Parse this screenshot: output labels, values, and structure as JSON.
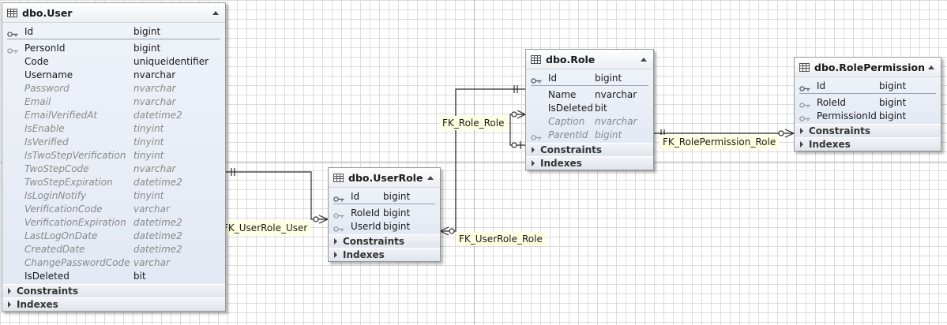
{
  "entities": {
    "user": {
      "title": "dbo.User",
      "pk": {
        "name": "Id",
        "type": "bigint"
      },
      "columns": [
        {
          "name": "PersonId",
          "type": "bigint",
          "key": true,
          "dim": false
        },
        {
          "name": "Code",
          "type": "uniqueidentifier",
          "key": false,
          "dim": false
        },
        {
          "name": "Username",
          "type": "nvarchar",
          "key": false,
          "dim": false
        },
        {
          "name": "Password",
          "type": "nvarchar",
          "key": false,
          "dim": true
        },
        {
          "name": "Email",
          "type": "nvarchar",
          "key": false,
          "dim": true
        },
        {
          "name": "EmailVerifiedAt",
          "type": "datetime2",
          "key": false,
          "dim": true
        },
        {
          "name": "IsEnable",
          "type": "tinyint",
          "key": false,
          "dim": true
        },
        {
          "name": "IsVerified",
          "type": "tinyint",
          "key": false,
          "dim": true
        },
        {
          "name": "IsTwoStepVerification",
          "type": "tinyint",
          "key": false,
          "dim": true
        },
        {
          "name": "TwoStepCode",
          "type": "nvarchar",
          "key": false,
          "dim": true
        },
        {
          "name": "TwoStepExpiration",
          "type": "datetime2",
          "key": false,
          "dim": true
        },
        {
          "name": "IsLoginNotify",
          "type": "tinyint",
          "key": false,
          "dim": true
        },
        {
          "name": "VerificationCode",
          "type": "varchar",
          "key": false,
          "dim": true
        },
        {
          "name": "VerificationExpiration",
          "type": "datetime2",
          "key": false,
          "dim": true
        },
        {
          "name": "LastLogOnDate",
          "type": "datetime2",
          "key": false,
          "dim": true
        },
        {
          "name": "CreatedDate",
          "type": "datetime2",
          "key": false,
          "dim": true
        },
        {
          "name": "ChangePasswordCode",
          "type": "varchar",
          "key": false,
          "dim": true
        },
        {
          "name": "IsDeleted",
          "type": "bit",
          "key": false,
          "dim": false
        }
      ],
      "sections": [
        "Constraints",
        "Indexes"
      ]
    },
    "userrole": {
      "title": "dbo.UserRole",
      "pk": {
        "name": "Id",
        "type": "bigint"
      },
      "columns": [
        {
          "name": "RoleId",
          "type": "bigint",
          "key": true,
          "dim": false
        },
        {
          "name": "UserId",
          "type": "bigint",
          "key": true,
          "dim": false
        }
      ],
      "sections": [
        "Constraints",
        "Indexes"
      ]
    },
    "role": {
      "title": "dbo.Role",
      "pk": {
        "name": "Id",
        "type": "bigint"
      },
      "columns": [
        {
          "name": "Name",
          "type": "nvarchar",
          "key": false,
          "dim": false
        },
        {
          "name": "IsDeleted",
          "type": "bit",
          "key": false,
          "dim": false
        },
        {
          "name": "Caption",
          "type": "nvarchar",
          "key": false,
          "dim": true
        },
        {
          "name": "ParentId",
          "type": "bigint",
          "key": true,
          "dim": true
        }
      ],
      "sections": [
        "Constraints",
        "Indexes"
      ]
    },
    "rolepermission": {
      "title": "dbo.RolePermission",
      "pk": {
        "name": "Id",
        "type": "bigint"
      },
      "columns": [
        {
          "name": "RoleId",
          "type": "bigint",
          "key": true,
          "dim": false
        },
        {
          "name": "PermissionId",
          "type": "bigint",
          "key": true,
          "dim": false
        }
      ],
      "sections": [
        "Constraints",
        "Indexes"
      ]
    }
  },
  "relationships": {
    "fk_userrole_user": "FK_UserRole_User",
    "fk_userrole_role": "FK_UserRole_Role",
    "fk_role_role": "FK_Role_Role",
    "fk_rolepermission_role": "FK_RolePermission_Role"
  },
  "icons": {
    "table": "table-icon",
    "primary_key": "primary-key-icon",
    "foreign_key": "foreign-key-icon",
    "collapse": "chevron-up-icon",
    "expand": "chevron-right-icon"
  },
  "colors": {
    "body": "#e3e9f4",
    "label_bg": "#ffffe1",
    "line": "#2a2a2a"
  }
}
